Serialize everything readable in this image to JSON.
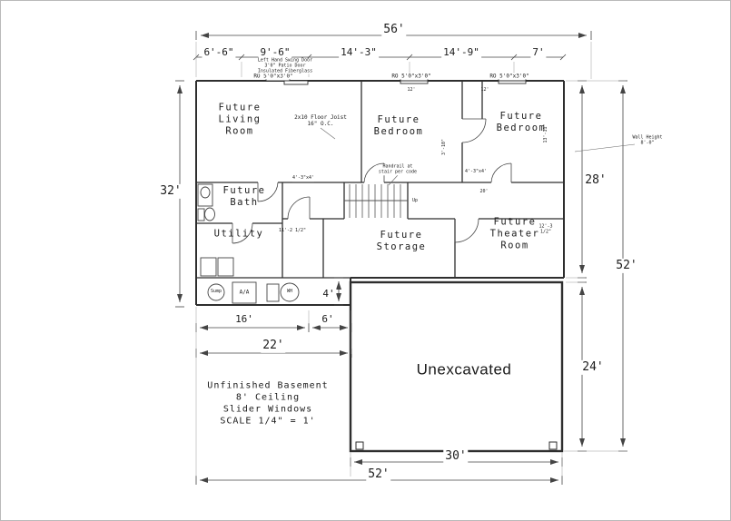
{
  "drawing": {
    "rooms": {
      "living": "Future\nLiving\nRoom",
      "bedroom_mid": "Future\nBedroom",
      "bedroom_right": "Future\nBedroom",
      "bath": "Future\nBath",
      "utility": "Utility",
      "storage": "Future\nStorage",
      "theater": "Future\nTheater\nRoom",
      "unexcavated": "Unexcavated"
    },
    "dims": {
      "top_total": "56'",
      "seg1": "6'-6\"",
      "seg2": "9'-6\"",
      "seg3": "14'-3\"",
      "seg4": "14'-9\"",
      "seg5": "7'",
      "left": "32'",
      "right_upper": "28'",
      "right_total": "52'",
      "right_lower": "24'",
      "strip": "4'",
      "b16": "16'",
      "b6": "6'",
      "b22": "22'",
      "b30": "30'",
      "b52": "52'"
    },
    "notes": {
      "l1": "Unfinished Basement",
      "l2": "8' Ceiling",
      "l3": "Slider Windows",
      "l4": "SCALE 1/4\" = 1'"
    },
    "annotations": {
      "ro1": "RO 5'0\"x3'0\"",
      "ro2": "RO 5'0\"x3'0\"",
      "ro3": "RO 5'0\"x3'0\"",
      "patio": "Left Hand Swing Door\n3'0\" Patio Door\nInsulated Fiberglass",
      "joist": "2x10 Floor Joist\n16\" O.C.",
      "w12a": "12'",
      "w12b": "12'",
      "bed_right_w": "13'-11\"",
      "hall_h": "3'-10\"",
      "theater_w": "12'-3\n1/2\"",
      "utility_w": "11'-2 1/2\"",
      "corridor_l": "20'",
      "door1": "4'-3\"x4'",
      "door2": "4'-3\"x4'",
      "wall_note": "Wall Height\n8'-0\"",
      "stair_note": "Handrail at\nstair per code",
      "up": "Up",
      "sump": "Sump",
      "furnace": "A/A",
      "water_heater": "WH"
    }
  }
}
